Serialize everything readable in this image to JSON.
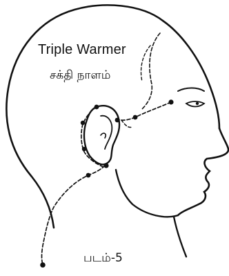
{
  "figure": {
    "title_english": "Triple Warmer",
    "title_tamil": "சக்தி நாளம்",
    "caption": "படம்-5"
  },
  "colors": {
    "ink": "#111111",
    "paper": "#ffffff"
  }
}
